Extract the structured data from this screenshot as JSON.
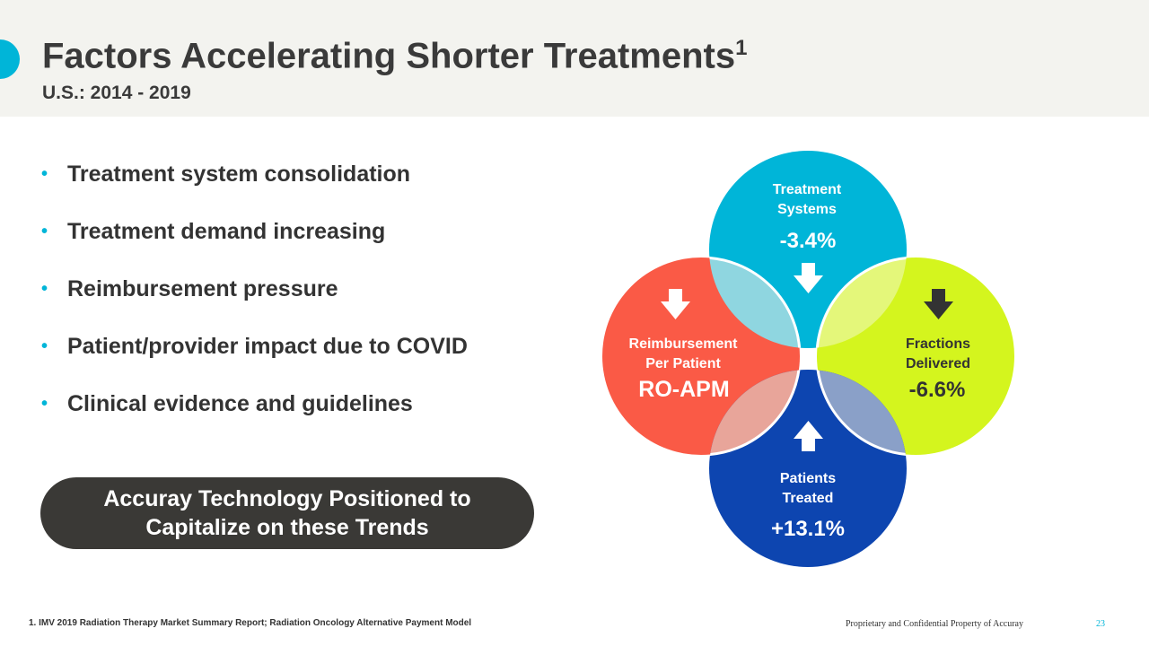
{
  "header": {
    "title": "Factors Accelerating Shorter Treatments",
    "title_sup": "1",
    "subtitle": "U.S.: 2014 - 2019"
  },
  "bullets": [
    "Treatment system consolidation",
    "Treatment demand increasing",
    "Reimbursement pressure",
    "Patient/provider impact due to COVID",
    "Clinical evidence and guidelines"
  ],
  "callout": {
    "line1": "Accuray Technology Positioned to",
    "line2": "Capitalize on these Trends"
  },
  "diagram": {
    "top": {
      "l1": "Treatment",
      "l2": "Systems",
      "value": "-3.4%",
      "direction": "down",
      "color": "#00b5d8"
    },
    "left": {
      "l1": "Reimbursement",
      "l2": "Per Patient",
      "value": "RO-APM",
      "direction": "down",
      "color": "#fa5a46"
    },
    "right": {
      "l1": "Fractions",
      "l2": "Delivered",
      "value": "-6.6%",
      "direction": "down",
      "color": "#d4f51e"
    },
    "bottom": {
      "l1": "Patients",
      "l2": "Treated",
      "value": "+13.1%",
      "direction": "up",
      "color": "#0d45b0"
    }
  },
  "footer": {
    "note": "1. IMV 2019 Radiation Therapy Market Summary Report; Radiation Oncology Alternative Payment Model",
    "confidential": "Proprietary and Confidential Property of Accuray",
    "page": "23"
  }
}
